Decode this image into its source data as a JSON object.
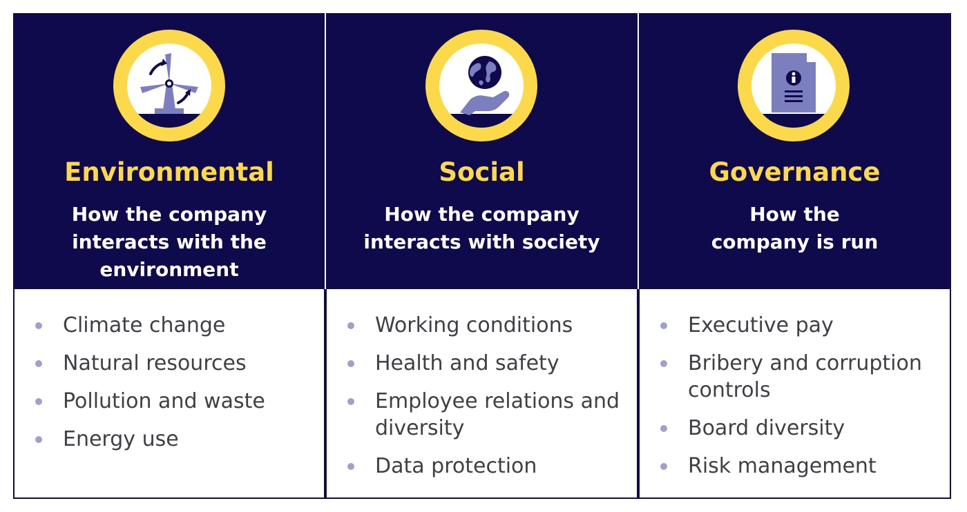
{
  "columns": [
    {
      "title": "Environmental",
      "description": "How the company interacts with the environment",
      "icon": "wind-turbine-icon",
      "items": [
        "Climate change",
        "Natural resources",
        "Pollution and waste",
        "Energy use"
      ]
    },
    {
      "title": "Social",
      "description": "How the company interacts with society",
      "icon": "globe-in-hand-icon",
      "items": [
        "Working conditions",
        "Health and safety",
        "Employee relations and diversity",
        "Data protection"
      ]
    },
    {
      "title": "Governance",
      "description": "How the company is run",
      "icon": "info-document-icon",
      "items": [
        "Executive pay",
        "Bribery and corruption controls",
        "Board diversity",
        "Risk management"
      ]
    }
  ],
  "colors": {
    "navy": "#0f0a4b",
    "yellow": "#fcd94a",
    "icon_fill": "#7b7fc0",
    "bullet": "#9fa0cc",
    "text": "#3f3f46"
  }
}
